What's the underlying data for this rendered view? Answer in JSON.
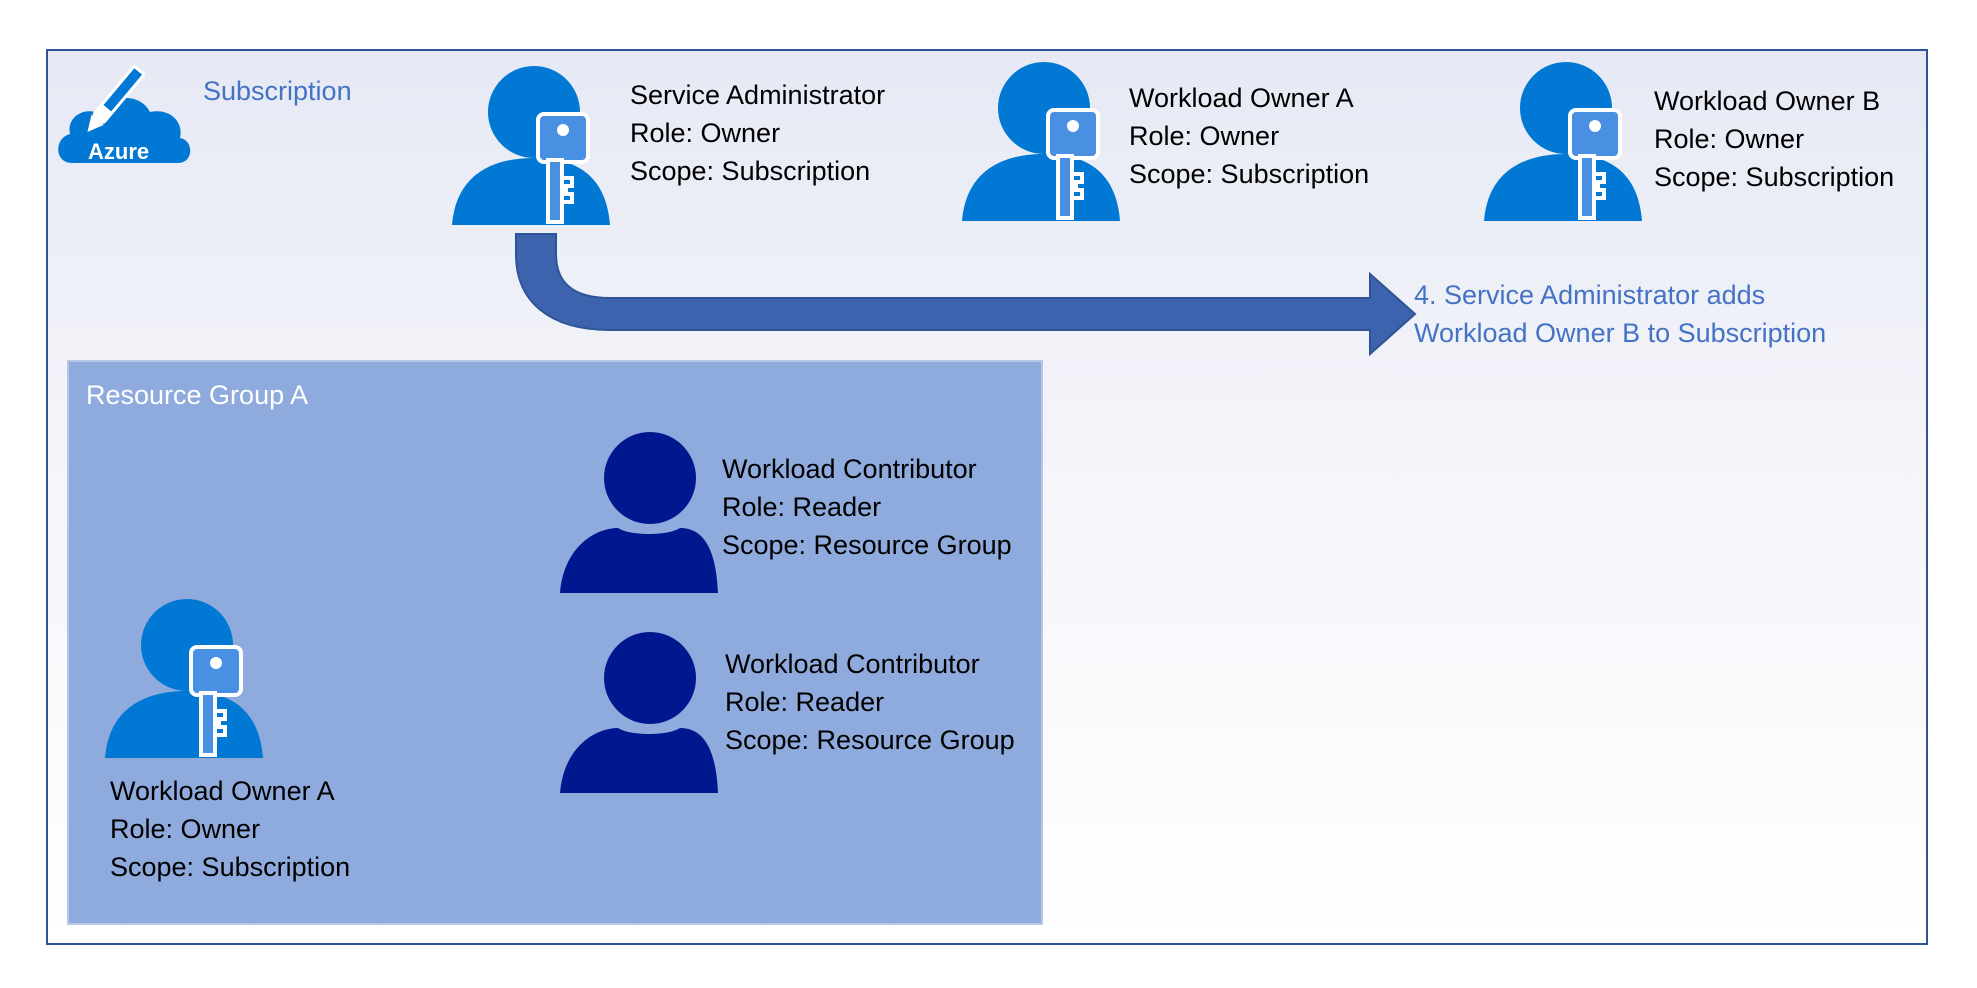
{
  "subscription": {
    "cloud_label": "Azure",
    "label": "Subscription"
  },
  "top_people": [
    {
      "name": "Service Administrator",
      "role": "Role: Owner",
      "scope": "Scope: Subscription"
    },
    {
      "name": "Workload Owner A",
      "role": "Role: Owner",
      "scope": "Scope: Subscription"
    },
    {
      "name": "Workload Owner B",
      "role": "Role: Owner",
      "scope": "Scope: Subscription"
    }
  ],
  "step_note": {
    "line1": "4. Service Administrator adds",
    "line2": "Workload Owner B to Subscription"
  },
  "resource_group": {
    "label": "Resource Group A",
    "owner": {
      "name": "Workload Owner A",
      "role": "Role: Owner",
      "scope": "Scope: Subscription"
    },
    "contributors": [
      {
        "name": "Workload Contributor",
        "role": "Role: Reader",
        "scope": "Scope: Resource Group"
      },
      {
        "name": "Workload Contributor",
        "role": "Role: Reader",
        "scope": "Scope: Resource Group"
      }
    ]
  },
  "colors": {
    "owner_icon": "#0078d4",
    "contributor_icon": "#00188f",
    "arrow": "#3d63ae",
    "accent_text": "#4472c4",
    "resource_group_fill": "#8faadc",
    "frame_border": "#2f5496"
  },
  "icons": {
    "cloud": "azure-cloud-pencil-icon",
    "owner": "user-key-icon",
    "contributor": "user-icon"
  }
}
